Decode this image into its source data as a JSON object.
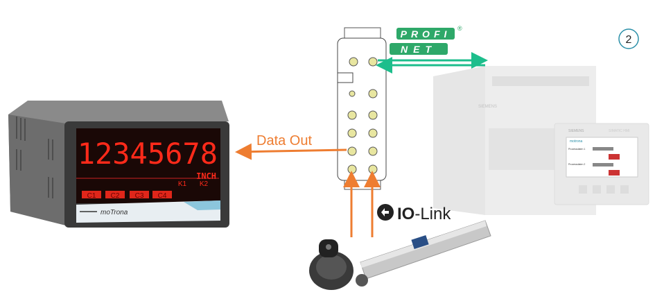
{
  "step_badge": "2",
  "data_out_label": "Data Out",
  "profinet": {
    "line1": "PROFI",
    "line2": "NET",
    "registered": "®"
  },
  "io_link": {
    "label_bold": "IO",
    "label_rest": "-Link"
  },
  "display": {
    "value": "12345678",
    "unit": "INCH",
    "keys": [
      "C1",
      "C2",
      "C3",
      "C4",
      "K1",
      "K2"
    ],
    "brand": "moTrona"
  },
  "plc": {
    "brand": "SIEMENS"
  },
  "hmi": {
    "brand": "SIEMENS",
    "model": "SIMATIC HMI",
    "screen_brand": "motrona",
    "row1": "Prozessdaten 1",
    "row2": "Prozessdaten 2"
  },
  "colors": {
    "orange": "#EE7D31",
    "green": "#1DBE8C",
    "profinet": "#2EA869",
    "badge": "#2A8FA8",
    "display_red": "#FF2A1A"
  }
}
